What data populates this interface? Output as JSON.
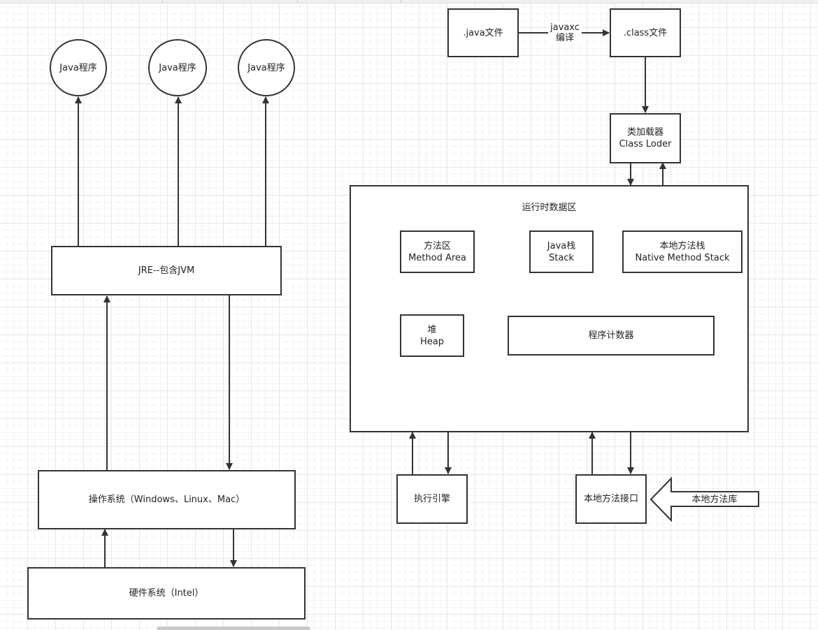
{
  "diagram": {
    "java_programs": [
      "Java程序",
      "Java程序",
      "Java程序"
    ],
    "jre": "JRE--包含JVM",
    "os": "操作系统（Windows、Linux、Mac）",
    "hardware": "硬件系统（Intel）",
    "java_file": ".java文件",
    "compile_label": [
      "javaxc",
      "编译"
    ],
    "class_file": ".class文件",
    "class_loader": [
      "类加载器",
      "Class Loder"
    ],
    "runtime_area": "运行时数据区",
    "method_area": [
      "方法区",
      "Method Area"
    ],
    "java_stack": [
      "Java栈",
      "Stack"
    ],
    "native_stack": [
      "本地方法栈",
      "Native Method Stack"
    ],
    "heap": [
      "堆",
      "Heap"
    ],
    "pc_register": "程序计数器",
    "exec_engine": "执行引擎",
    "native_interface": "本地方法接口",
    "native_library": "本地方法库"
  },
  "colors": {
    "stroke": "#333333",
    "grid": "#e6e6e6",
    "background": "#ffffff"
  }
}
